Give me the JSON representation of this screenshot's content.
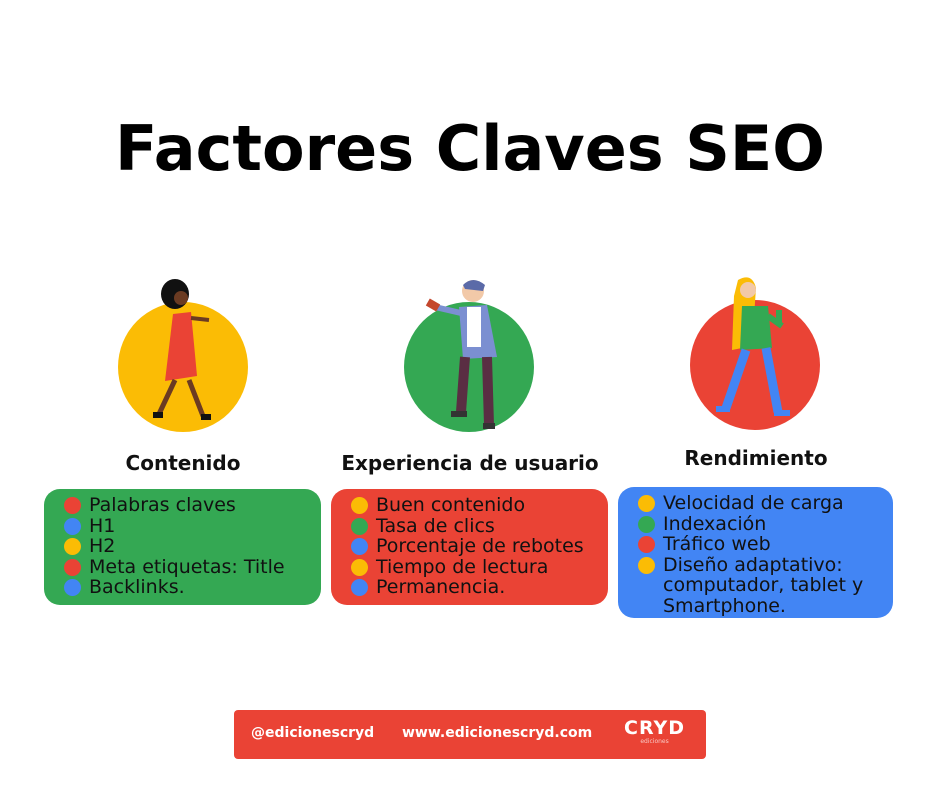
{
  "title": "Factores Claves SEO",
  "colors": {
    "green": "#34A853",
    "red": "#EA4335",
    "yellow": "#FBBC05",
    "blue": "#4285F4"
  },
  "columns": [
    {
      "label": "Contenido",
      "circle_color": "#FBBC05",
      "box_color": "#34A853",
      "items": [
        {
          "text": "Palabras claves",
          "dot": "#EA4335"
        },
        {
          "text": "H1",
          "dot": "#4285F4"
        },
        {
          "text": "H2",
          "dot": "#FBBC05"
        },
        {
          "text": "Meta etiquetas: Title",
          "dot": "#EA4335"
        },
        {
          "text": "Backlinks.",
          "dot": "#4285F4"
        }
      ]
    },
    {
      "label": "Experiencia de usuario",
      "circle_color": "#34A853",
      "box_color": "#EA4335",
      "items": [
        {
          "text": "Buen contenido",
          "dot": "#FBBC05"
        },
        {
          "text": "Tasa de clics",
          "dot": "#34A853"
        },
        {
          "text": "Porcentaje de rebotes",
          "dot": "#4285F4"
        },
        {
          "text": "Tiempo de lectura",
          "dot": "#FBBC05"
        },
        {
          "text": "Permanencia.",
          "dot": "#4285F4"
        }
      ]
    },
    {
      "label": "Rendimiento",
      "circle_color": "#EA4335",
      "box_color": "#4285F4",
      "items": [
        {
          "text": "Velocidad de carga",
          "dot": "#FBBC05"
        },
        {
          "text": "Indexación",
          "dot": "#34A853"
        },
        {
          "text": "Tráfico web",
          "dot": "#EA4335"
        },
        {
          "text": "Diseño adaptativo: computador, tablet y Smartphone.",
          "dot": "#FBBC05"
        }
      ]
    }
  ],
  "footer": {
    "handle": "@edicionescryd",
    "website": "www.edicionescryd.com",
    "logo": "CRYD",
    "logo_sub": "ediciones"
  }
}
